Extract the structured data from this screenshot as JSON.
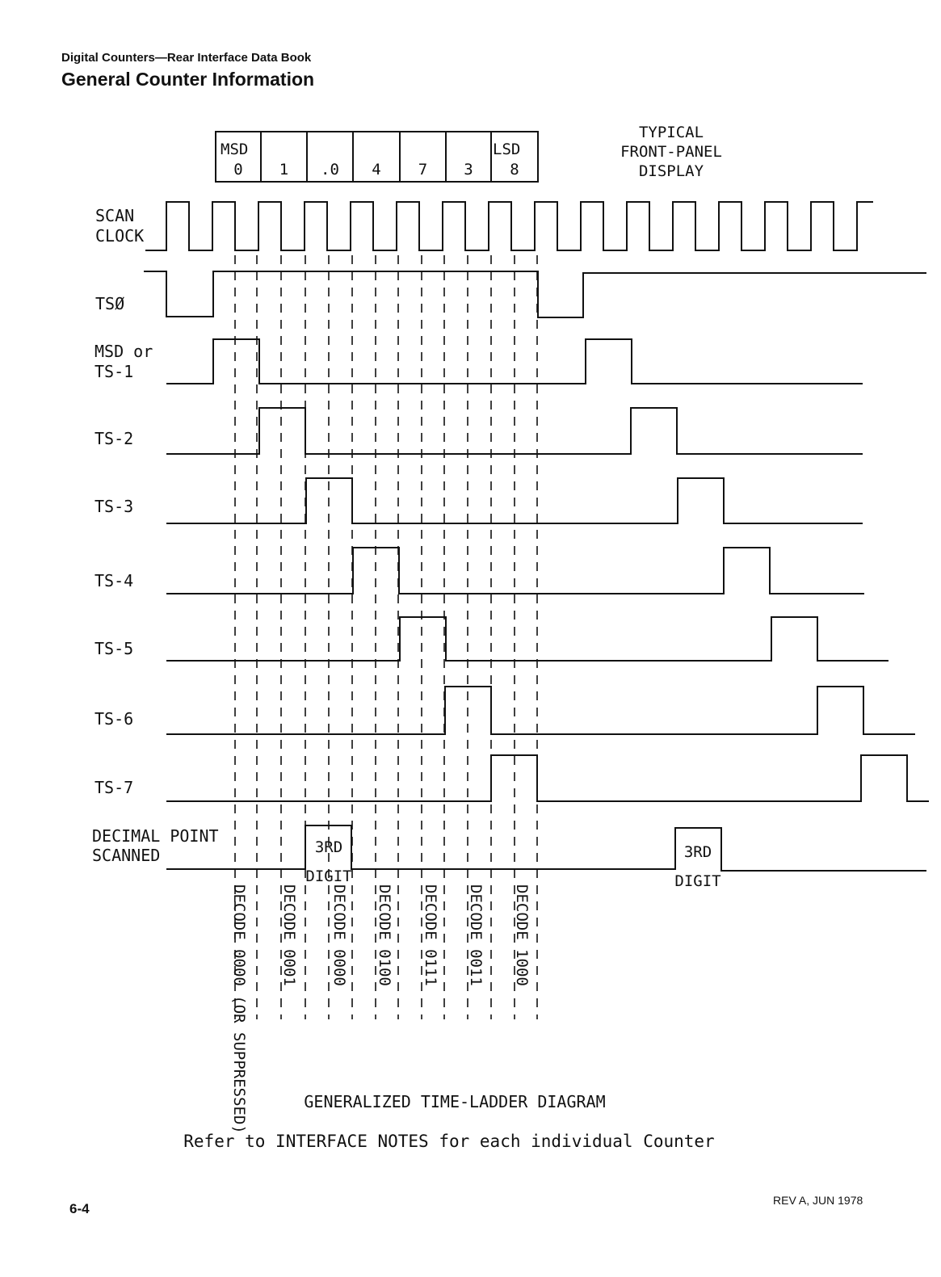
{
  "header": {
    "book_title": "Digital Counters—Rear Interface Data Book",
    "section_title": "General Counter Information"
  },
  "display": {
    "caption": [
      "TYPICAL",
      "FRONT-PANEL",
      "DISPLAY"
    ],
    "digits": [
      "0",
      "1",
      ".0",
      "4",
      "7",
      "3",
      "8"
    ],
    "msd_label": "MSD",
    "lsd_label": "LSD"
  },
  "signals": {
    "scan_clock": [
      "SCAN",
      "CLOCK"
    ],
    "ts0": "TSØ",
    "ts1": [
      "MSD or",
      "TS-1"
    ],
    "ts2": "TS-2",
    "ts3": "TS-3",
    "ts4": "TS-4",
    "ts5": "TS-5",
    "ts6": "TS-6",
    "ts7": "TS-7",
    "decimal_point": [
      "DECIMAL POINT",
      "SCANNED"
    ],
    "third_digit": [
      "3RD",
      "DIGIT"
    ]
  },
  "decodes": [
    "DECODE 0000 (OR SUPPRESSED)",
    "DECODE 0001",
    "DECODE 0000",
    "DECODE 0100",
    "DECODE 0111",
    "DECODE 0011",
    "DECODE 1000"
  ],
  "diagram_title": "GENERALIZED TIME-LADDER DIAGRAM",
  "note": "Refer to INTERFACE NOTES for each individual Counter",
  "footer": {
    "page_number": "6-4",
    "revision": "REV A, JUN 1978"
  }
}
